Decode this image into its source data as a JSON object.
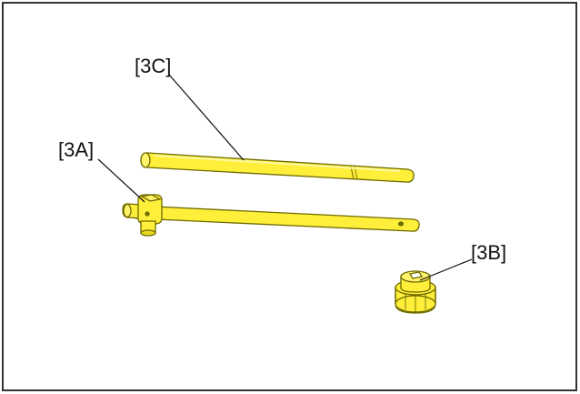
{
  "labels": {
    "handle": "[3A]",
    "socket": "[3B]",
    "bar": "[3C]"
  },
  "colors": {
    "part_fill": "#ffef3a",
    "part_stroke": "#6e6a00",
    "leader": "#111111",
    "frame": "#333333",
    "background": "#ffffff"
  }
}
